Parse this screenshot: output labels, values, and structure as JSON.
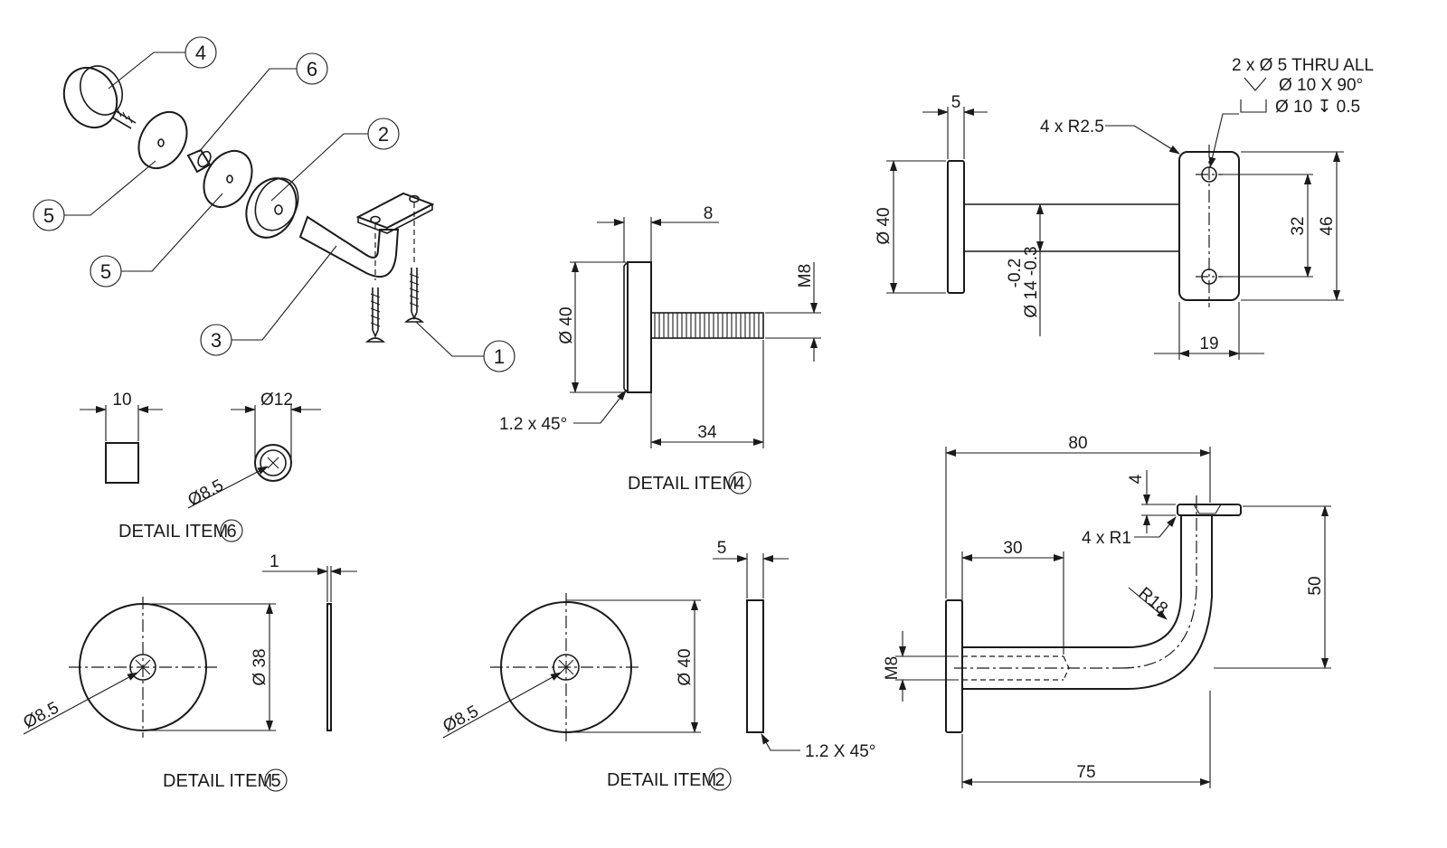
{
  "balloons": {
    "b1": "1",
    "b2": "2",
    "b3": "3",
    "b4": "4",
    "b5a": "5",
    "b5b": "5",
    "b6": "6"
  },
  "captions": {
    "item4": "DETAIL ITEM",
    "item4_num": "4",
    "item6": "DETAIL ITEM",
    "item6_num": "6",
    "item5": "DETAIL ITEM",
    "item5_num": "5",
    "item2": "DETAIL ITEM",
    "item2_num": "2"
  },
  "dims": {
    "d4_8": "8",
    "d4_m8": "M8",
    "d4_dia40": "Ø 40",
    "d4_34": "34",
    "d4_chamfer": "1.2 x 45°",
    "d6_10": "10",
    "d6_dia12": "Ø12",
    "d6_dia85": "Ø8.5",
    "d5_1": "1",
    "d5_dia38": "Ø 38",
    "d5_dia85": "Ø8.5",
    "d2_5": "5",
    "d2_dia40": "Ø 40",
    "d2_dia85": "Ø8.5",
    "d2_chamfer": "1.2 X 45°",
    "top_5": "5",
    "top_dia40": "Ø 40",
    "top_tol_upper": "-0.2",
    "top_tol_main": "Ø 14 -0.3",
    "top_r25": "4 x R2.5",
    "top_32": "32",
    "top_46": "46",
    "top_19": "19",
    "hole_line1": "2 x Ø 5 THRU ALL",
    "hole_line2": "Ø 10 X 90°",
    "hole_line3": "Ø 10 ↧ 0.5",
    "side_80": "80",
    "side_4": "4",
    "side_r1": "4 x R1",
    "side_30": "30",
    "side_r18": "R18",
    "side_50": "50",
    "side_m8": "M8",
    "side_75": "75"
  }
}
